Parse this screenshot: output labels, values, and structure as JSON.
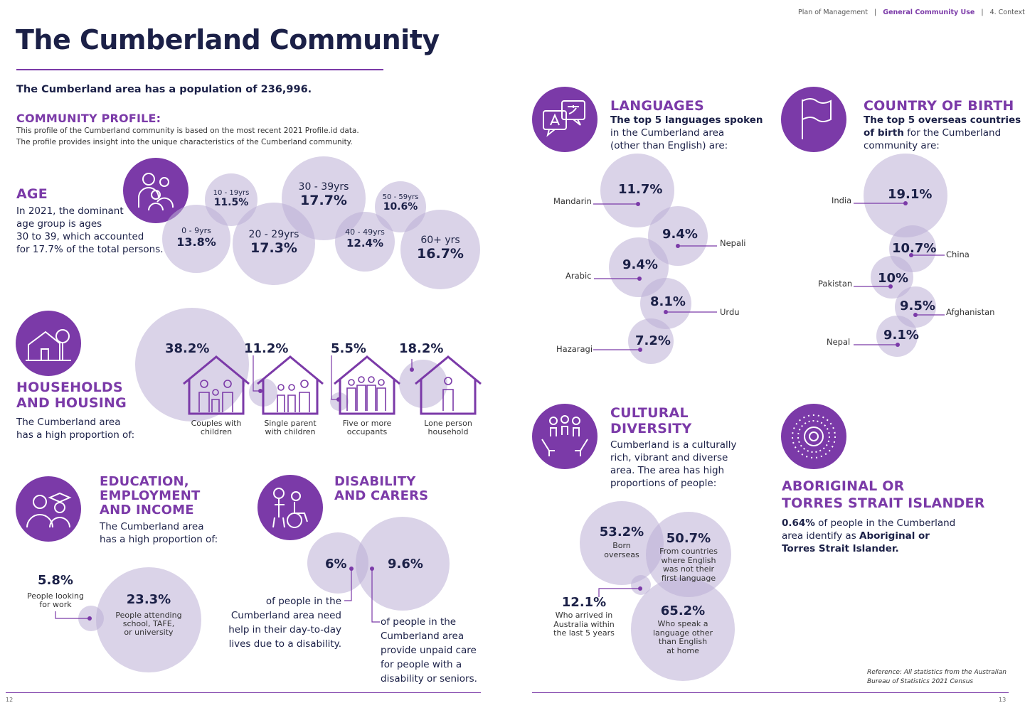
{
  "header": {
    "crumb1": "Plan of Management",
    "crumb2": "General Community Use",
    "crumb3": "4. Context",
    "sep": "|"
  },
  "title": "The Cumberland Community",
  "population": "The Cumberland area has a population of 236,996.",
  "profile": {
    "heading": "COMMUNITY PROFILE:",
    "line1": "This profile of the Cumberland community is based on the most recent 2021 Profile.id data.",
    "line2": "The profile provides insight into the unique characteristics of the Cumberland community."
  },
  "age": {
    "heading": "AGE",
    "body": [
      "In 2021, the dominant",
      "age group is ages",
      "30 to 39, which accounted",
      "for 17.7% of the total persons."
    ],
    "groups": [
      {
        "label": "0 - 9yrs",
        "value": "13.8%"
      },
      {
        "label": "10 - 19yrs",
        "value": "11.5%"
      },
      {
        "label": "20 - 29yrs",
        "value": "17.3%"
      },
      {
        "label": "30 - 39yrs",
        "value": "17.7%"
      },
      {
        "label": "40 - 49yrs",
        "value": "12.4%"
      },
      {
        "label": "50 - 59yrs",
        "value": "10.6%"
      },
      {
        "label": "60+ yrs",
        "value": "16.7%"
      }
    ]
  },
  "households": {
    "heading1": "HOUSEHOLDS",
    "heading2": "AND HOUSING",
    "body": [
      "The Cumberland area",
      "has a high proportion of:"
    ],
    "items": [
      {
        "value": "38.2%",
        "label1": "Couples with",
        "label2": "children"
      },
      {
        "value": "11.2%",
        "label1": "Single parent",
        "label2": "with children"
      },
      {
        "value": "5.5%",
        "label1": "Five or more",
        "label2": "occupants"
      },
      {
        "value": "18.2%",
        "label1": "Lone person",
        "label2": "household"
      }
    ]
  },
  "education": {
    "heading": [
      "EDUCATION,",
      "EMPLOYMENT",
      "AND INCOME"
    ],
    "body": [
      "The Cumberland area",
      "has a high proportion of:"
    ],
    "stat1": {
      "value": "5.8%",
      "label": [
        "People looking",
        "for work"
      ]
    },
    "stat2": {
      "value": "23.3%",
      "label": [
        "People attending",
        "school, TAFE,",
        "or university"
      ]
    }
  },
  "disability": {
    "heading": [
      "DISABILITY",
      "AND CARERS"
    ],
    "stat1": {
      "value": "6%",
      "label": [
        "of people in the",
        "Cumberland area need",
        "help in their day-to-day",
        "lives due to a disability."
      ]
    },
    "stat2": {
      "value": "9.6%",
      "label": [
        "of people in the",
        "Cumberland area",
        "provide unpaid care",
        "for people with a",
        "disability or seniors."
      ]
    }
  },
  "languages": {
    "heading": "LANGUAGES",
    "sub_bold": "The top 5 languages spoken",
    "sub": [
      "in the Cumberland area",
      "(other than English) are:"
    ],
    "items": [
      {
        "name": "Mandarin",
        "value": "11.7%"
      },
      {
        "name": "Nepali",
        "value": "9.4%"
      },
      {
        "name": "Arabic",
        "value": "9.4%"
      },
      {
        "name": "Urdu",
        "value": "8.1%"
      },
      {
        "name": "Hazaragi",
        "value": "7.2%"
      }
    ]
  },
  "birth": {
    "heading": "COUNTRY OF BIRTH",
    "sub_bold1": "The top 5 overseas countries",
    "sub_bold2": "of birth",
    "sub_rest": " for the Cumberland",
    "sub3": "community are:",
    "items": [
      {
        "name": "India",
        "value": "19.1%"
      },
      {
        "name": "China",
        "value": "10.7%"
      },
      {
        "name": "Pakistan",
        "value": "10%"
      },
      {
        "name": "Afghanistan",
        "value": "9.5%"
      },
      {
        "name": "Nepal",
        "value": "9.1%"
      }
    ]
  },
  "cultural": {
    "heading": [
      "CULTURAL",
      "DIVERSITY"
    ],
    "body": [
      "Cumberland is a culturally",
      "rich, vibrant and diverse",
      "area. The area has high",
      "proportions of people:"
    ],
    "items": [
      {
        "value": "53.2%",
        "label": [
          "Born",
          "overseas"
        ]
      },
      {
        "value": "50.7%",
        "label": [
          "From countries",
          "where English",
          "was not their",
          "first language"
        ]
      },
      {
        "value": "12.1%",
        "label": [
          "Who arrived in",
          "Australia within",
          "the last 5 years"
        ]
      },
      {
        "value": "65.2%",
        "label": [
          "Who speak a",
          "language other",
          "than English",
          "at home"
        ]
      }
    ]
  },
  "aboriginal": {
    "heading": [
      "ABORIGINAL OR",
      "TORRES STRAIT ISLANDER"
    ],
    "value": "0.64%",
    "text1": " of people in the Cumberland",
    "text2": "area identify as ",
    "bold": "Aboriginal or",
    "bold2": "Torres Strait Islander."
  },
  "reference": [
    "Reference: All statistics from the Australian",
    "Bureau of Statistics 2021 Census"
  ],
  "page_left": "12",
  "page_right": "13",
  "colors": {
    "accent": "#7b3aa8",
    "bubble": "#c9bfe0",
    "text": "#1b2047"
  }
}
